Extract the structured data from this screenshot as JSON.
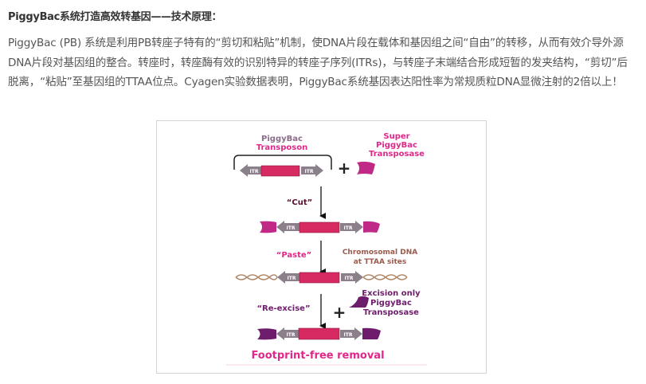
{
  "article": {
    "title": "PiggyBac系统打造高效转基因——技术原理：",
    "paragraph": " PiggyBac (PB) 系统是利用PB转座子特有的“剪切和粘贴”机制，使DNA片段在载体和基因组之间“自由”的转移，从而有效介导外源DNA片段对基因组的整合。转座时，转座酶有效的识别特异的转座子序列(ITRs)，与转座子末端结合形成短暂的发夹结构，“剪切”后脱离，“粘贴”至基因组的TTAA位点。Cyagen实验数据表明，PiggyBac系统基因表达阳性率为常规质粒DNA显微注射的2倍以上！"
  },
  "figure": {
    "transposon_label_1": "PiggyBac",
    "transposon_label_2": "Transposon",
    "super_label_1": "Super",
    "super_label_2": "PiggyBac",
    "super_label_3": "Transposase",
    "itr": "ITR",
    "plus": "+",
    "cut": "“Cut”",
    "paste": "“Paste”",
    "chromosomal_1": "Chromosomal DNA",
    "chromosomal_2": "at TTAA sites",
    "reexcise": "“Re-excise”",
    "excision_1": "Excision only",
    "excision_2": "PiggyBac",
    "excision_3": "Transposase",
    "footer": "Footprint-free removal",
    "colors": {
      "pink": "#e0288a",
      "insert": "#d82a62",
      "itr_gray": "#8c7f8c",
      "magenta_enzyme": "#c02a86",
      "purple_enzyme": "#6e1c6c",
      "dna_brown": "#b08a6a",
      "chromosomal_text": "#9b5a4c"
    }
  }
}
